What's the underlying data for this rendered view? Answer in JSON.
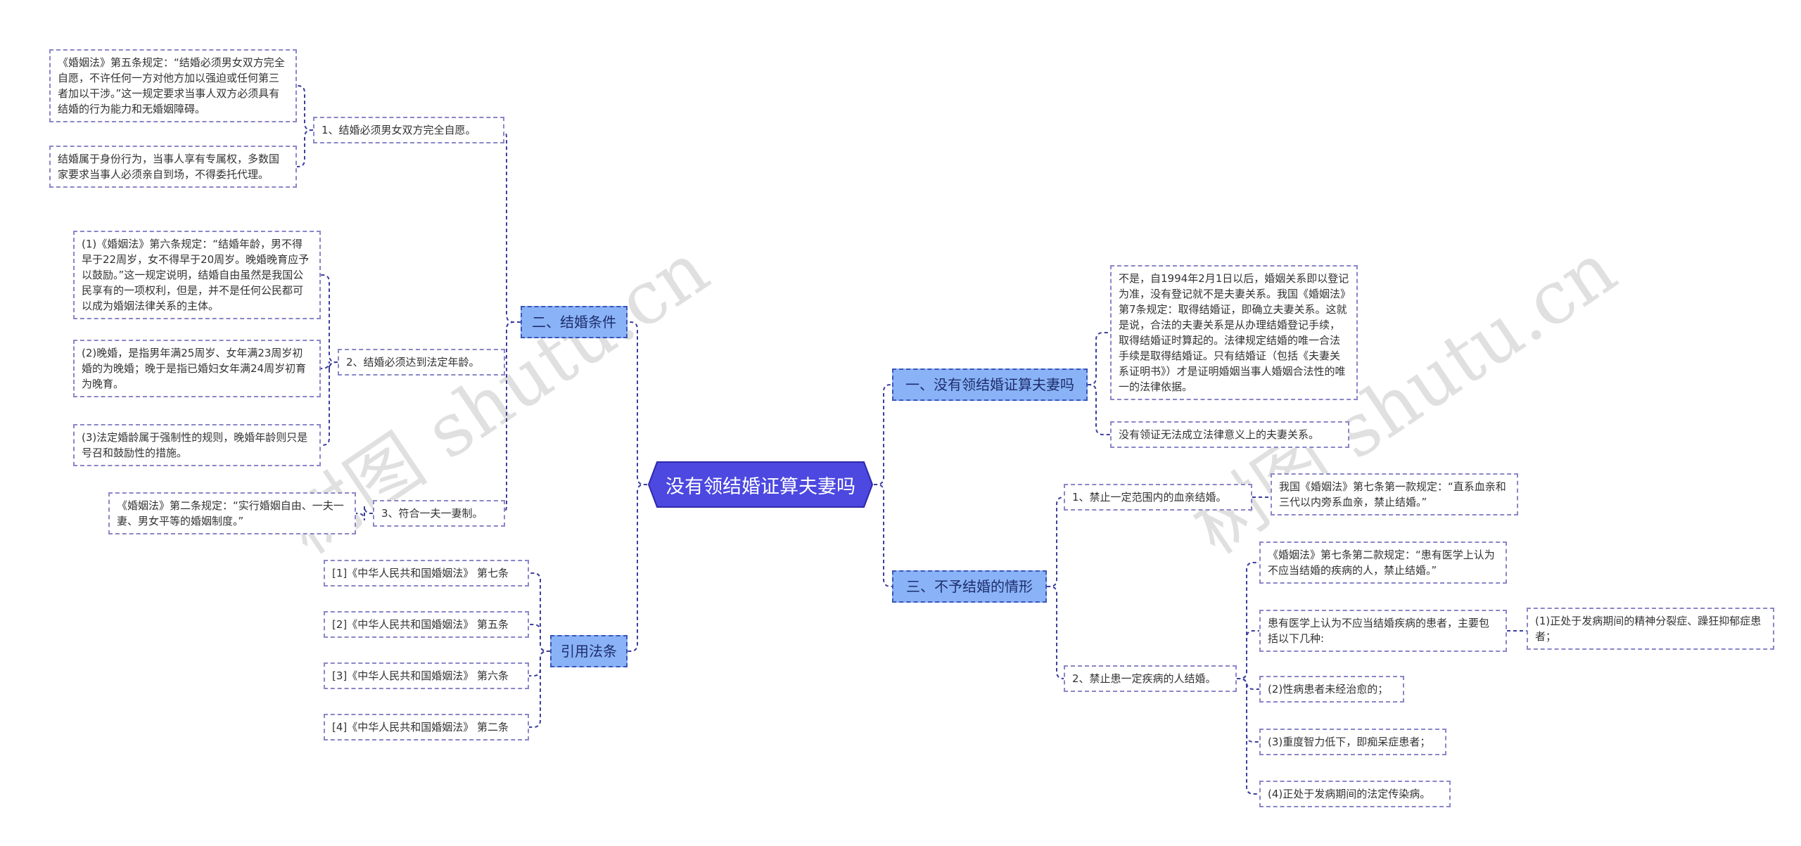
{
  "mindmap": {
    "root": {
      "label": "没有领结婚证算夫妻吗"
    },
    "watermarks": [
      "树图 shutu.cn",
      "树图 shutu.cn"
    ],
    "left": {
      "conditions": {
        "label": "二、结婚条件",
        "items": [
          {
            "label": "1、结婚必须男女双方完全自愿。",
            "notes": [
              "《婚姻法》第五条规定：“结婚必须男女双方完全自愿，不许任何一方对他方加以强迫或任何第三者加以干涉。”这一规定要求当事人双方必须具有结婚的行为能力和无婚姻障碍。",
              "结婚属于身份行为，当事人享有专属权，多数国家要求当事人必须亲自到场，不得委托代理。"
            ]
          },
          {
            "label": "2、结婚必须达到法定年龄。",
            "notes": [
              "(1)《婚姻法》第六条规定：“结婚年龄，男不得早于22周岁，女不得早于20周岁。晚婚晚育应予以鼓励。”这一规定说明，结婚自由虽然是我国公民享有的一项权利，但是，并不是任何公民都可以成为婚姻法律关系的主体。",
              "(2)晚婚，是指男年满25周岁、女年满23周岁初婚的为晚婚；晚于是指已婚妇女年满24周岁初育为晚育。",
              "(3)法定婚龄属于强制性的规则，晚婚年龄则只是号召和鼓励性的措施。"
            ]
          },
          {
            "label": "3、符合一夫一妻制。",
            "notes": [
              "《婚姻法》第二条规定：“实行婚姻自由、一夫一妻、男女平等的婚姻制度。”"
            ]
          }
        ]
      },
      "citations": {
        "label": "引用法条",
        "items": [
          "[1]《中华人民共和国婚姻法》 第七条",
          "[2]《中华人民共和国婚姻法》 第五条",
          "[3]《中华人民共和国婚姻法》 第六条",
          "[4]《中华人民共和国婚姻法》 第二条"
        ]
      }
    },
    "right": {
      "q1": {
        "label": "一、没有领结婚证算夫妻吗",
        "notes": [
          "不是，自1994年2月1日以后，婚姻关系即以登记为准，没有登记就不是夫妻关系。我国《婚姻法》第7条规定：取得结婚证，即确立夫妻关系。这就是说，合法的夫妻关系是从办理结婚登记手续，取得结婚证时算起的。法律规定结婚的唯一合法手续是取得结婚证。只有结婚证（包括《夫妻关系证明书》）才是证明婚姻当事人婚姻合法性的唯一的法律依据。",
          "没有领证无法成立法律意义上的夫妻关系。"
        ]
      },
      "q3": {
        "label": "三、不予结婚的情形",
        "items": [
          {
            "label": "1、禁止一定范围内的血亲结婚。",
            "notes": [
              "我国《婚姻法》第七条第一款规定：“直系血亲和三代以内旁系血亲，禁止结婚。”"
            ]
          },
          {
            "label": "2、禁止患一定疾病的人结婚。",
            "notes": [
              "《婚姻法》第七条第二款规定：“患有医学上认为不应当结婚的疾病的人，禁止结婚。”",
              "患有医学上认为不应当结婚疾病的患者，主要包括以下几种:",
              "(2)性病患者未经治愈的；",
              "(3)重度智力低下，即痴呆症患者；",
              "(4)正处于发病期间的法定传染病。"
            ],
            "sub_note": "(1)正处于发病期间的精神分裂症、躁狂抑郁症患者；"
          }
        ]
      }
    }
  }
}
